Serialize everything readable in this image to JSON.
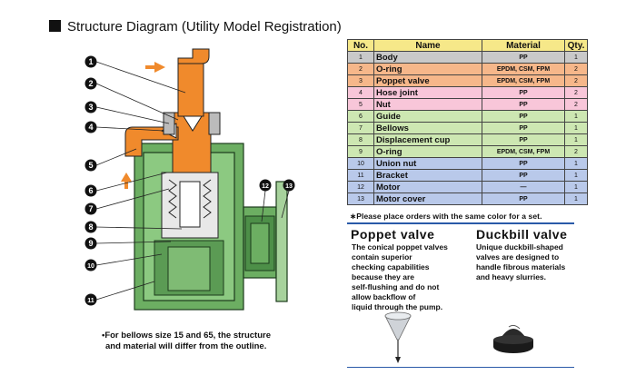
{
  "title": "Structure Diagram (Utility Model Registration)",
  "callouts": [
    "1",
    "2",
    "3",
    "4",
    "5",
    "6",
    "7",
    "8",
    "9",
    "10",
    "11",
    "12",
    "13"
  ],
  "note_left": [
    "•For bellows size 15 and 65, the structure",
    "and material will differ from the outline."
  ],
  "table": {
    "headers": {
      "no": "No.",
      "name": "Name",
      "material": "Material",
      "qty": "Qty."
    },
    "rows": [
      {
        "no": "1",
        "name": "Body",
        "material": "PP",
        "qty": "1",
        "color": "#c9c9c9"
      },
      {
        "no": "2",
        "name": "O-ring",
        "material": "EPDM, CSM, FPM",
        "qty": "2",
        "color": "#f6b78a"
      },
      {
        "no": "3",
        "name": "Poppet valve",
        "material": "EPDM, CSM, FPM",
        "qty": "2",
        "color": "#f6b78a"
      },
      {
        "no": "4",
        "name": "Hose joint",
        "material": "PP",
        "qty": "2",
        "color": "#f8c6d9"
      },
      {
        "no": "5",
        "name": "Nut",
        "material": "PP",
        "qty": "2",
        "color": "#f8c6d9"
      },
      {
        "no": "6",
        "name": "Guide",
        "material": "PP",
        "qty": "1",
        "color": "#cde7b2"
      },
      {
        "no": "7",
        "name": "Bellows",
        "material": "PP",
        "qty": "1",
        "color": "#cde7b2"
      },
      {
        "no": "8",
        "name": "Displacement cup",
        "material": "PP",
        "qty": "1",
        "color": "#cde7b2"
      },
      {
        "no": "9",
        "name": "O-ring",
        "material": "EPDM, CSM, FPM",
        "qty": "2",
        "color": "#cde7b2"
      },
      {
        "no": "10",
        "name": "Union nut",
        "material": "PP",
        "qty": "1",
        "color": "#b9c9ea"
      },
      {
        "no": "11",
        "name": "Bracket",
        "material": "PP",
        "qty": "1",
        "color": "#b9c9ea"
      },
      {
        "no": "12",
        "name": "Motor",
        "material": "—",
        "qty": "1",
        "color": "#b9c9ea"
      },
      {
        "no": "13",
        "name": "Motor cover",
        "material": "PP",
        "qty": "1",
        "color": "#b9c9ea"
      }
    ]
  },
  "order_note": "∗Please place orders with the same color for a set.",
  "poppet": {
    "title": "Poppet valve",
    "lines": [
      "The conical poppet valves",
      "contain superior",
      "checking capabilities",
      "because they are",
      "self-flushing and do not",
      "allow backflow of",
      "liquid through the pump."
    ]
  },
  "duckbill": {
    "title": "Duckbill valve",
    "lines": [
      "Unique duckbill-shaped",
      "valves are designed to",
      "handle fibrous materials",
      "and heavy slurries."
    ]
  },
  "colors": {
    "orange": "#f08a2c",
    "green": "#5fa35a",
    "accent_blue": "#2a5aa8",
    "header": "#f6e889"
  }
}
